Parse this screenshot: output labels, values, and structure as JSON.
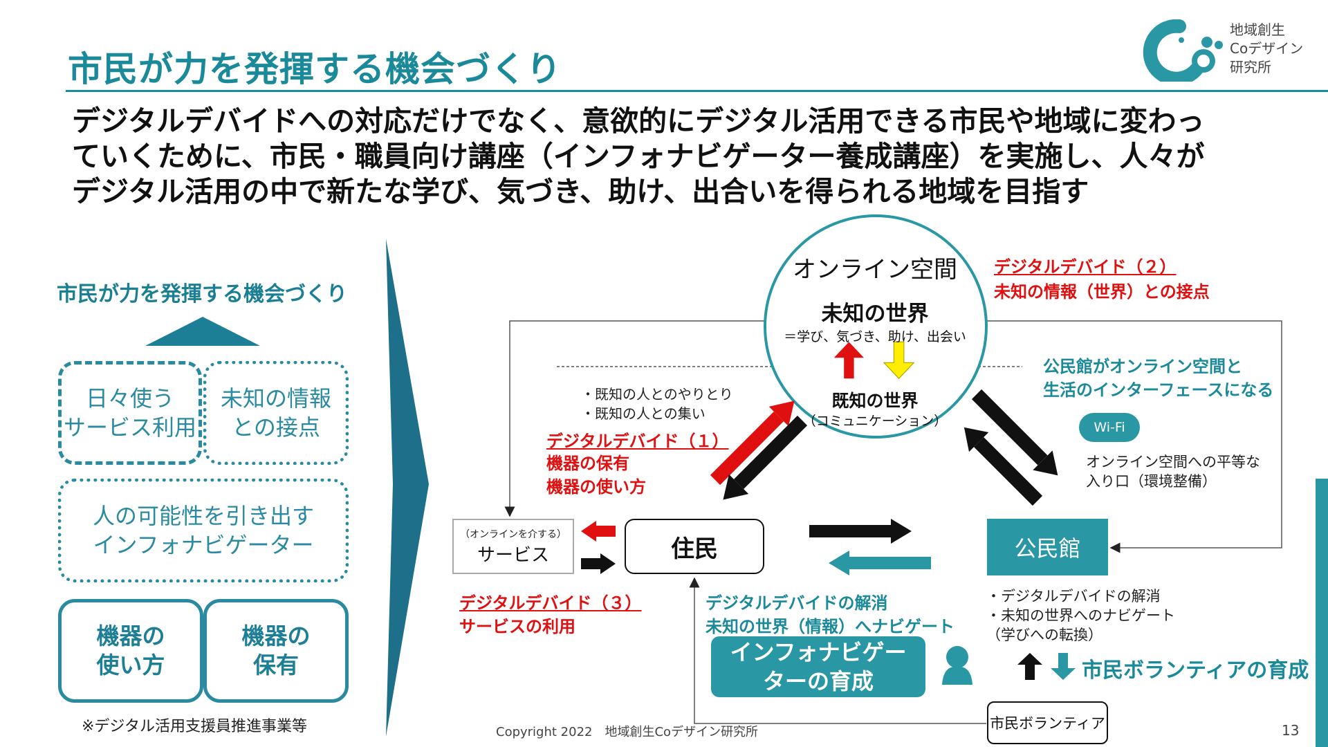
{
  "slide": {
    "title": "市民が力を発揮する機会づくり",
    "lead": [
      "デジタルデバイドへの対応だけでなく、意欲的にデジタル活用できる市民や地域に変わっ",
      "ていくために、市民・職員向け講座（インフォナビゲーター養成講座）を実施し、人々が",
      "デジタル活用の中で新たな学び、気づき、助け、出合いを得られる地域を目指す"
    ],
    "logo_lines": [
      "地域創生",
      "Coデザイン",
      "研究所"
    ],
    "footer": "Copyright 2022　地域創生Coデザイン研究所",
    "page_number": "13"
  },
  "left_panel": {
    "title": "市民が力を発揮する機会づくり",
    "daily_service": [
      "日々使う",
      "サービス利用"
    ],
    "unknown_contact": [
      "未知の情報",
      "との接点"
    ],
    "info_navigator": [
      "人の可能性を引き出す",
      "インフォナビゲーター"
    ],
    "device_usage": [
      "機器の",
      "使い方"
    ],
    "device_ownership": [
      "機器の",
      "保有"
    ],
    "note": "※デジタル活用支援員推進事業等"
  },
  "diagram": {
    "online_space": "オンライン空間",
    "unknown_world": "未知の世界",
    "unknown_world_sub": "＝学び、気づき、助け、出会い",
    "known_world": "既知の世界",
    "known_world_sub": "（コミュニケーション）",
    "divide2": [
      "デジタルデバイド（２）",
      "未知の情報（世界）との接点"
    ],
    "known_bullets": [
      "・既知の人とのやりとり",
      "・既知の人との集い"
    ],
    "divide1": [
      "デジタルデバイド（１）",
      "機器の保有",
      "機器の使い方"
    ],
    "kominkan_interface": [
      "公民館がオンライン空間と",
      "生活のインターフェースになる"
    ],
    "wifi": "Wi-Fi",
    "equal_entry": [
      "オンライン空間への平等な",
      "入り口（環境整備）"
    ],
    "service_small": "（オンラインを介する）",
    "service_label": "サービス",
    "resident": "住民",
    "kominkan": "公民館",
    "divide3": [
      "デジタルデバイド（３）",
      "サービスの利用"
    ],
    "resolve": [
      "デジタルデバイドの解消",
      "未知の世界（情報）へナビゲート"
    ],
    "kominkan_bullets": [
      "・デジタルデバイドの解消",
      "・未知の世界へのナビゲート",
      "（学びへの転換）"
    ],
    "navigator_training": [
      "インフォナビゲー",
      "ターの育成"
    ],
    "volunteer_training": "市民ボランティアの育成",
    "volunteer": "市民ボランティア"
  },
  "colors": {
    "teal": "#1a8a9a",
    "teal_fill": "#2a97a5",
    "red": "#e01010",
    "yellow": "#ffee00"
  }
}
